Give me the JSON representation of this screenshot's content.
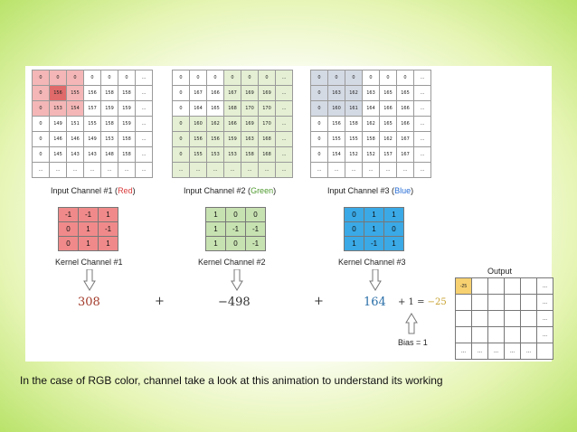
{
  "inputs": [
    {
      "caption_prefix": "Input Channel #1 (",
      "caption_color": "Red",
      "caption_suffix": ")",
      "color": "#d93b3b",
      "rows": [
        [
          "0",
          "0",
          "0",
          "0",
          "0",
          "0",
          "..."
        ],
        [
          "0",
          "156",
          "155",
          "156",
          "158",
          "158",
          "..."
        ],
        [
          "0",
          "153",
          "154",
          "157",
          "159",
          "159",
          "..."
        ],
        [
          "0",
          "149",
          "151",
          "155",
          "158",
          "159",
          "..."
        ],
        [
          "0",
          "146",
          "146",
          "149",
          "153",
          "158",
          "..."
        ],
        [
          "0",
          "145",
          "143",
          "143",
          "148",
          "158",
          "..."
        ],
        [
          "...",
          "...",
          "...",
          "...",
          "...",
          "...",
          "..."
        ]
      ]
    },
    {
      "caption_prefix": "Input Channel #2 (",
      "caption_color": "Green",
      "caption_suffix": ")",
      "color": "#4e9a2e",
      "rows": [
        [
          "0",
          "0",
          "0",
          "0",
          "0",
          "0",
          "..."
        ],
        [
          "0",
          "167",
          "166",
          "167",
          "169",
          "169",
          "..."
        ],
        [
          "0",
          "164",
          "165",
          "168",
          "170",
          "170",
          "..."
        ],
        [
          "0",
          "160",
          "162",
          "166",
          "169",
          "170",
          "..."
        ],
        [
          "0",
          "156",
          "156",
          "159",
          "163",
          "168",
          "..."
        ],
        [
          "0",
          "155",
          "153",
          "153",
          "158",
          "168",
          "..."
        ],
        [
          "...",
          "...",
          "...",
          "...",
          "...",
          "...",
          "..."
        ]
      ]
    },
    {
      "caption_prefix": "Input Channel #3 (",
      "caption_color": "Blue",
      "caption_suffix": ")",
      "color": "#2a6fd6",
      "rows": [
        [
          "0",
          "0",
          "0",
          "0",
          "0",
          "0",
          "..."
        ],
        [
          "0",
          "163",
          "162",
          "163",
          "165",
          "165",
          "..."
        ],
        [
          "0",
          "160",
          "161",
          "164",
          "166",
          "166",
          "..."
        ],
        [
          "0",
          "156",
          "158",
          "162",
          "165",
          "166",
          "..."
        ],
        [
          "0",
          "155",
          "155",
          "158",
          "162",
          "167",
          "..."
        ],
        [
          "0",
          "154",
          "152",
          "152",
          "157",
          "167",
          "..."
        ],
        [
          "...",
          "...",
          "...",
          "...",
          "...",
          "...",
          "..."
        ]
      ]
    }
  ],
  "kernels": [
    {
      "caption": "Kernel Channel #1",
      "rows": [
        [
          "-1",
          "-1",
          "1"
        ],
        [
          "0",
          "1",
          "-1"
        ],
        [
          "0",
          "1",
          "1"
        ]
      ]
    },
    {
      "caption": "Kernel Channel #2",
      "rows": [
        [
          "1",
          "0",
          "0"
        ],
        [
          "1",
          "-1",
          "-1"
        ],
        [
          "1",
          "0",
          "-1"
        ]
      ]
    },
    {
      "caption": "Kernel Channel #3",
      "rows": [
        [
          "0",
          "1",
          "1"
        ],
        [
          "0",
          "1",
          "0"
        ],
        [
          "1",
          "-1",
          "1"
        ]
      ]
    }
  ],
  "results": {
    "r1": "308",
    "plus1": "+",
    "r2": "−498",
    "plus2": "+",
    "r3": "164",
    "tail_prefix": "+ 1 = ",
    "tail_value": "−25",
    "r1_color": "#a23a2a",
    "r2_color": "#333333",
    "r3_color": "#2a6fa8",
    "tail_color": "#c8a230"
  },
  "output": {
    "title": "Output",
    "first": "-25",
    "rows": [
      [
        "-25",
        "",
        "",
        "",
        "",
        "..."
      ],
      [
        "",
        "",
        "",
        "",
        "",
        "..."
      ],
      [
        "",
        "",
        "",
        "",
        "",
        "..."
      ],
      [
        "",
        "",
        "",
        "",
        "",
        "..."
      ],
      [
        "...",
        "...",
        "...",
        "...",
        "...",
        ""
      ]
    ]
  },
  "bias_label": "Bias = 1",
  "footer": "In the case of RGB color, channel take a look at this animation to understand its working"
}
